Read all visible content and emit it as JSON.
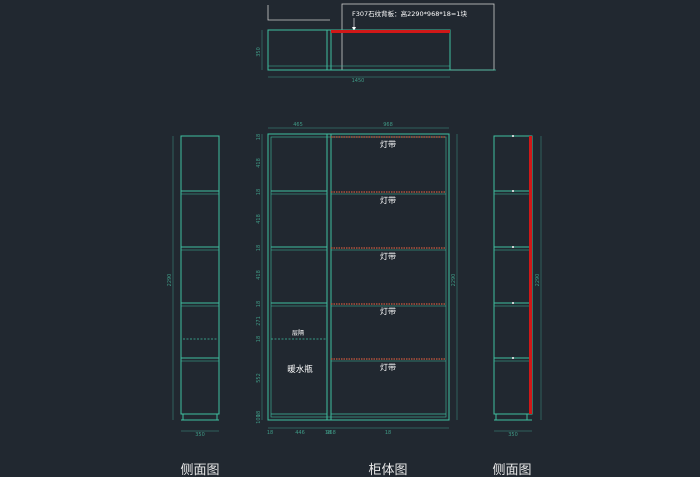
{
  "top_view": {
    "callout": "F307石纹背板：高2290*968*18=1块",
    "dim_depth": "350",
    "dim_width": "1450"
  },
  "cabinet": {
    "dim_top_left": "465",
    "dim_top_right": "968",
    "dim_bottom": [
      "18",
      "446",
      "18",
      "968",
      "18"
    ],
    "dim_height": "2290",
    "left_rows": [
      "18",
      "418",
      "18",
      "418",
      "18",
      "418",
      "18",
      "271",
      "18",
      "552",
      "18",
      "100"
    ],
    "shelf_labels": [
      "灯带",
      "灯带",
      "灯带",
      "灯带",
      "灯带"
    ],
    "partition_label": "层隔",
    "heater_label": "暖水瓶"
  },
  "left_side": {
    "dim_height": "2290",
    "dim_bottom": "350"
  },
  "right_side": {
    "dim_height": "2290",
    "dim_bottom": "350"
  },
  "captions": {
    "left": "侧面图",
    "center": "柜体图",
    "right": "侧面图"
  },
  "colors": {
    "background": "#212830",
    "line": "#3fbf9f",
    "highlight": "#d01818",
    "dim": "#3f9a86",
    "text": "#ffffff"
  }
}
